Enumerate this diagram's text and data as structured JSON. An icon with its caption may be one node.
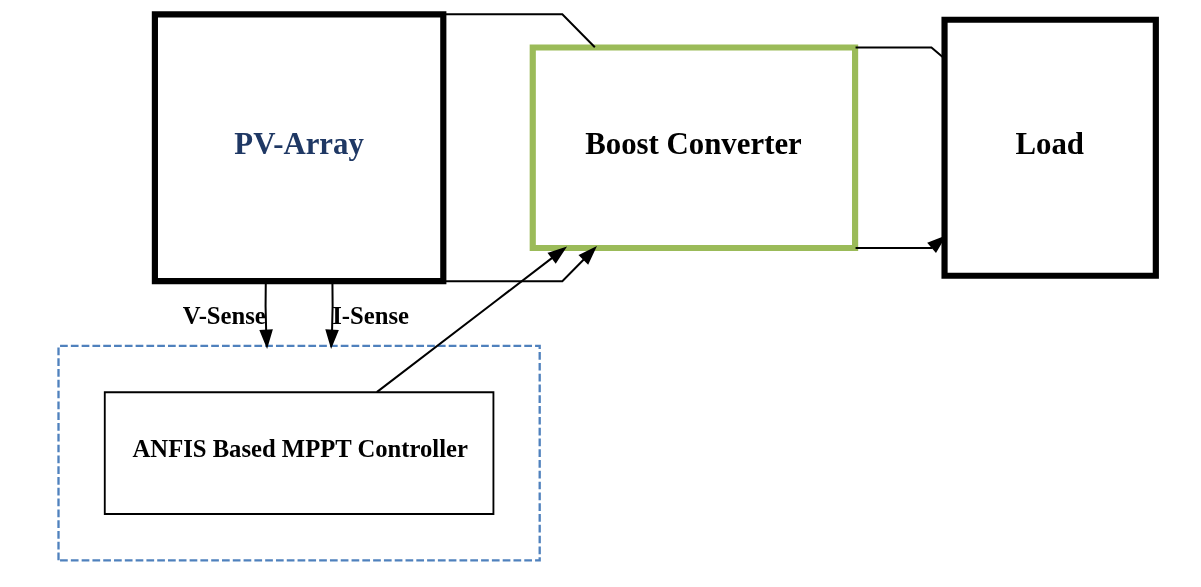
{
  "diagram": {
    "nodes": [
      {
        "text": [
          "PV-Array"
        ]
      },
      {
        "text": [
          "Boost Converter"
        ]
      },
      {
        "text": [
          "Load"
        ]
      },
      {
        "text": [],
        "shape": "box"
      },
      {
        "text": [
          "ANFIS Based MPPT Controller"
        ],
        "in": 3
      }
    ],
    "edges": [
      {
        "from": 0,
        "to": 1,
        "arrow": "to"
      },
      {
        "from": 0,
        "to": 1,
        "arrow": "none"
      },
      {
        "from": 1,
        "to": 2,
        "arrow": "to"
      },
      {
        "from": 1,
        "to": 2,
        "arrow": "none"
      },
      {
        "from": 0,
        "to": 3,
        "arrow": "to",
        "label": "V-Sense"
      },
      {
        "from": 0,
        "to": 3,
        "arrow": "to",
        "label": "I-Sense"
      },
      {
        "from": 4,
        "to": 1,
        "arrow": "to"
      }
    ]
  }
}
